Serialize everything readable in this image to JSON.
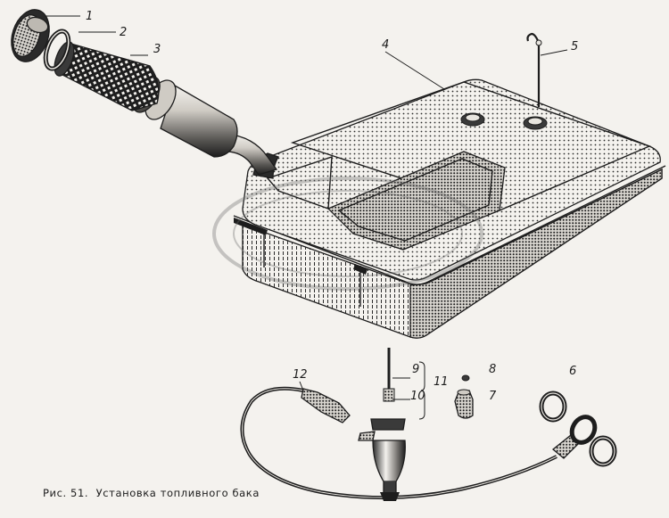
{
  "caption": {
    "figure_label": "Рис. 51.",
    "title": "Установка топливного бака"
  },
  "callouts": [
    {
      "id": "1",
      "text": "1"
    },
    {
      "id": "2",
      "text": "2"
    },
    {
      "id": "3",
      "text": "3"
    },
    {
      "id": "4",
      "text": "4"
    },
    {
      "id": "5",
      "text": "5"
    },
    {
      "id": "6",
      "text": "6"
    },
    {
      "id": "7",
      "text": "7"
    },
    {
      "id": "8",
      "text": "8"
    },
    {
      "id": "9",
      "text": "9"
    },
    {
      "id": "10",
      "text": "10"
    },
    {
      "id": "11",
      "text": "11"
    },
    {
      "id": "12",
      "text": "12"
    }
  ],
  "colors": {
    "ink": "#1d1d1d",
    "paper": "#f4f2ee",
    "shade": "#b9b6b0"
  }
}
